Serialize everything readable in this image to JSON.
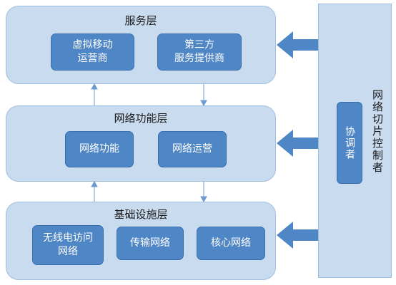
{
  "service_layer": {
    "title": "服务层",
    "boxes": [
      "虚拟移动\n运营商",
      "第三方\n服务提供商"
    ]
  },
  "network_function_layer": {
    "title": "网络功能层",
    "boxes": [
      "网络功能",
      "网络运营"
    ]
  },
  "infrastructure_layer": {
    "title": "基础设施层",
    "boxes": [
      "无线电访问\n网络",
      "传输网络",
      "核心网络"
    ]
  },
  "controller": {
    "title": "网络切片控制者",
    "coordinator": "协调者"
  },
  "colors": {
    "layer_fill": "#c9dbef",
    "box_fill": "#4f86c6",
    "arrow": "#4f86c6"
  }
}
